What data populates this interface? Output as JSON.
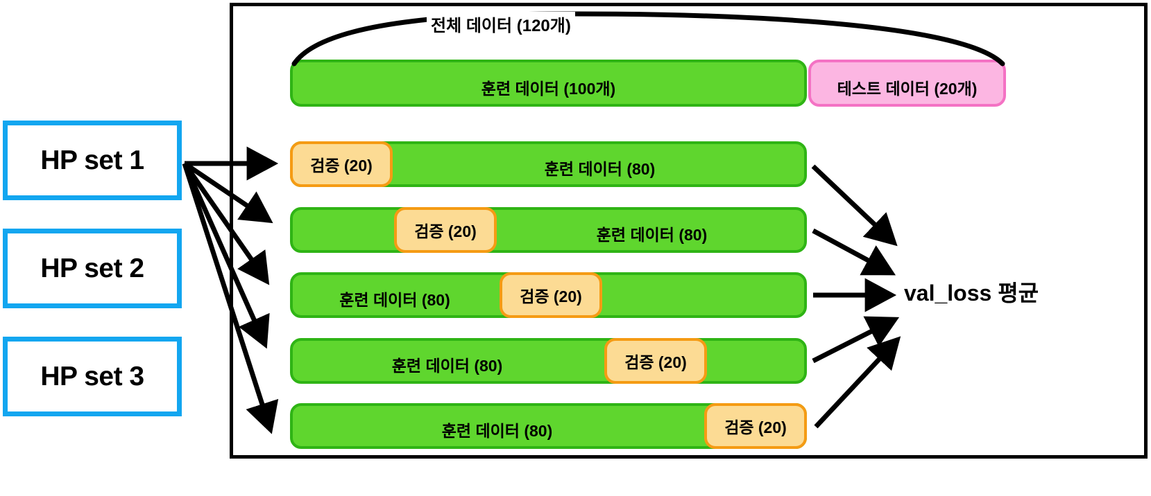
{
  "diagram": {
    "title_text": "전체 데이터 (120개)",
    "output_label": "val_loss 평균",
    "colors": {
      "train_fill": "#5FD62E",
      "train_border": "#2FB415",
      "test_fill": "#FCB6E2",
      "test_border": "#F472C4",
      "validation_fill": "#FCDB94",
      "validation_border": "#F59B14",
      "hp_border": "#12A6F0",
      "frame_border": "#000000",
      "arrow": "#000000"
    }
  },
  "hp_sets": [
    {
      "label": "HP set 1"
    },
    {
      "label": "HP set 2"
    },
    {
      "label": "HP set 3"
    }
  ],
  "top_row": {
    "train": {
      "label": "훈련 데이터 (100개)"
    },
    "test": {
      "label": "테스트 데이터 (20개)"
    }
  },
  "folds": [
    {
      "train_label": "훈련 데이터 (80)",
      "validation_label": "검증 (20)",
      "validation_position": "left"
    },
    {
      "train_label": "훈련 데이터 (80)",
      "validation_label": "검증 (20)",
      "validation_position": "second"
    },
    {
      "train_label": "훈련 데이터 (80)",
      "validation_label": "검증 (20)",
      "validation_position": "middle"
    },
    {
      "train_label": "훈련 데이터 (80)",
      "validation_label": "검증 (20)",
      "validation_position": "fourth"
    },
    {
      "train_label": "훈련 데이터 (80)",
      "validation_label": "검증 (20)",
      "validation_position": "right"
    }
  ]
}
